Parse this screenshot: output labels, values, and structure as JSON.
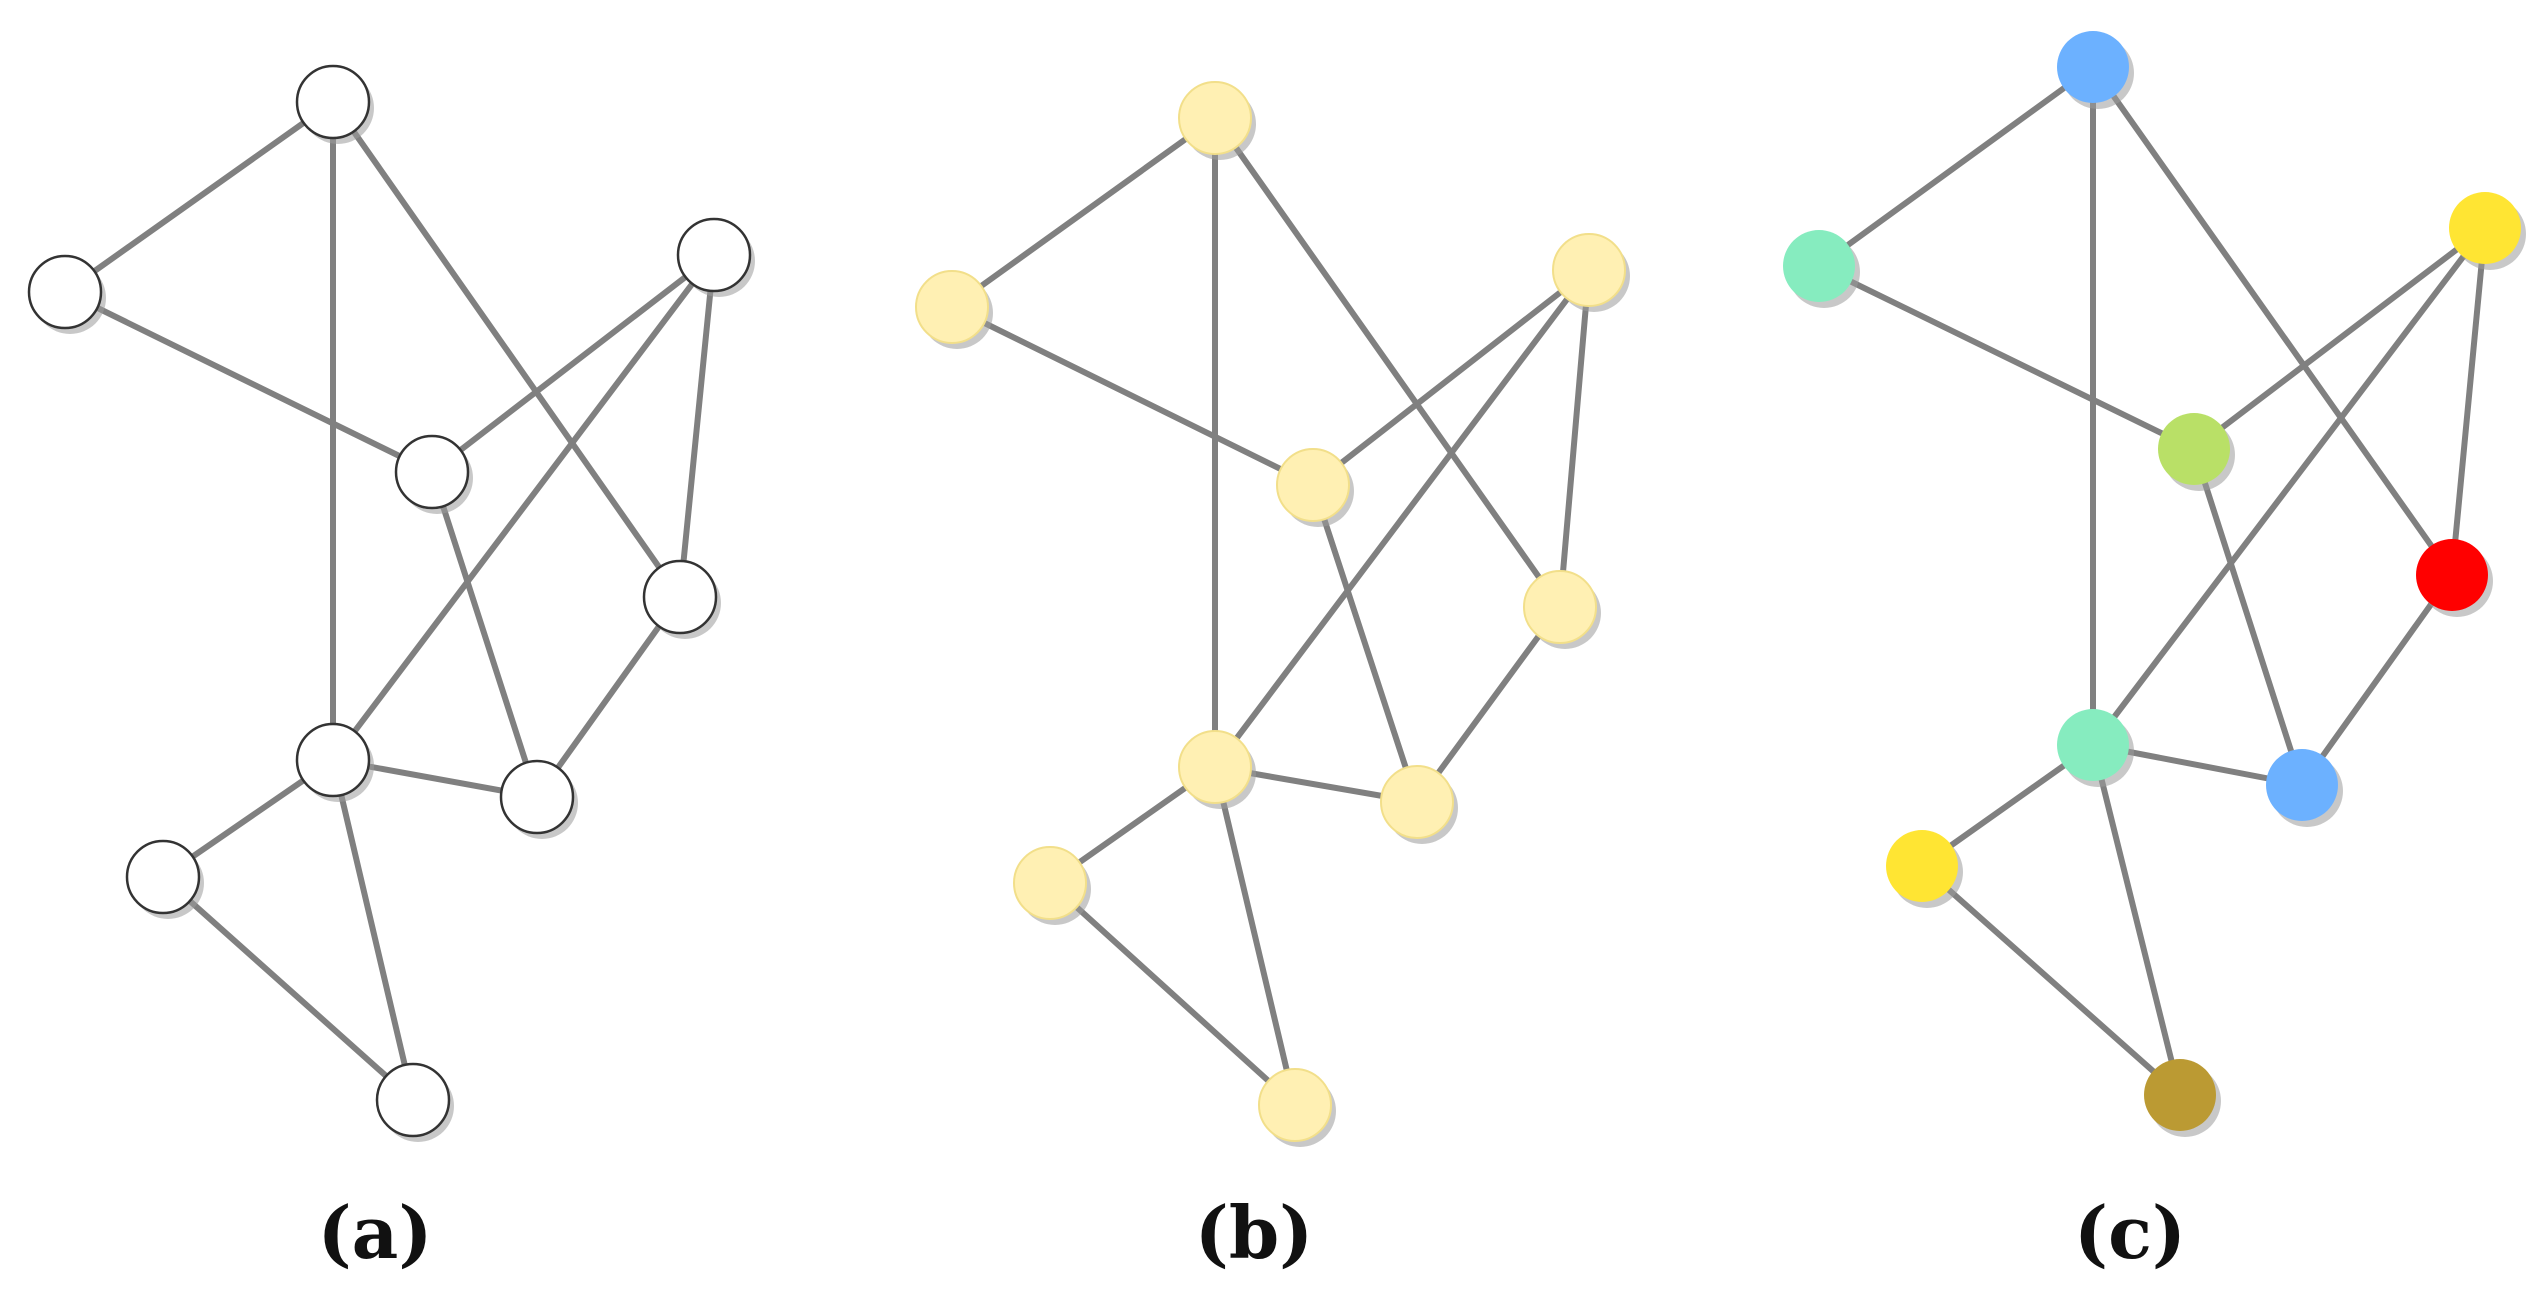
{
  "panels": [
    {
      "label": "(a)"
    },
    {
      "label": "(b)"
    },
    {
      "label": "(c)"
    }
  ],
  "graph": {
    "nodes": [
      "top",
      "left",
      "center",
      "upper-right",
      "right",
      "mid",
      "lower-mid",
      "lower-left",
      "bottom"
    ],
    "edges": [
      [
        "top",
        "left"
      ],
      [
        "top",
        "mid"
      ],
      [
        "top",
        "right"
      ],
      [
        "left",
        "center"
      ],
      [
        "center",
        "upper-right"
      ],
      [
        "center",
        "lower-mid"
      ],
      [
        "upper-right",
        "mid"
      ],
      [
        "upper-right",
        "right"
      ],
      [
        "right",
        "lower-mid"
      ],
      [
        "mid",
        "lower-mid"
      ],
      [
        "mid",
        "lower-left"
      ],
      [
        "mid",
        "bottom"
      ],
      [
        "lower-left",
        "bottom"
      ]
    ]
  },
  "colors": {
    "edge": "#808080",
    "panel_a_fill": "#ffffff",
    "panel_a_stroke": "#333333",
    "panel_b_fill": "#fff0b3",
    "panel_b_stroke": "#f2df8a",
    "panel_c_fills": {
      "top": "#6cb1ff",
      "left": "#86ecbf",
      "center": "#b9e067",
      "upper-right": "#ffe533",
      "right": "#ff0000",
      "mid": "#86ecbf",
      "lower-mid": "#6cb1ff",
      "lower-left": "#ffe533",
      "bottom": "#bb9a33"
    }
  }
}
